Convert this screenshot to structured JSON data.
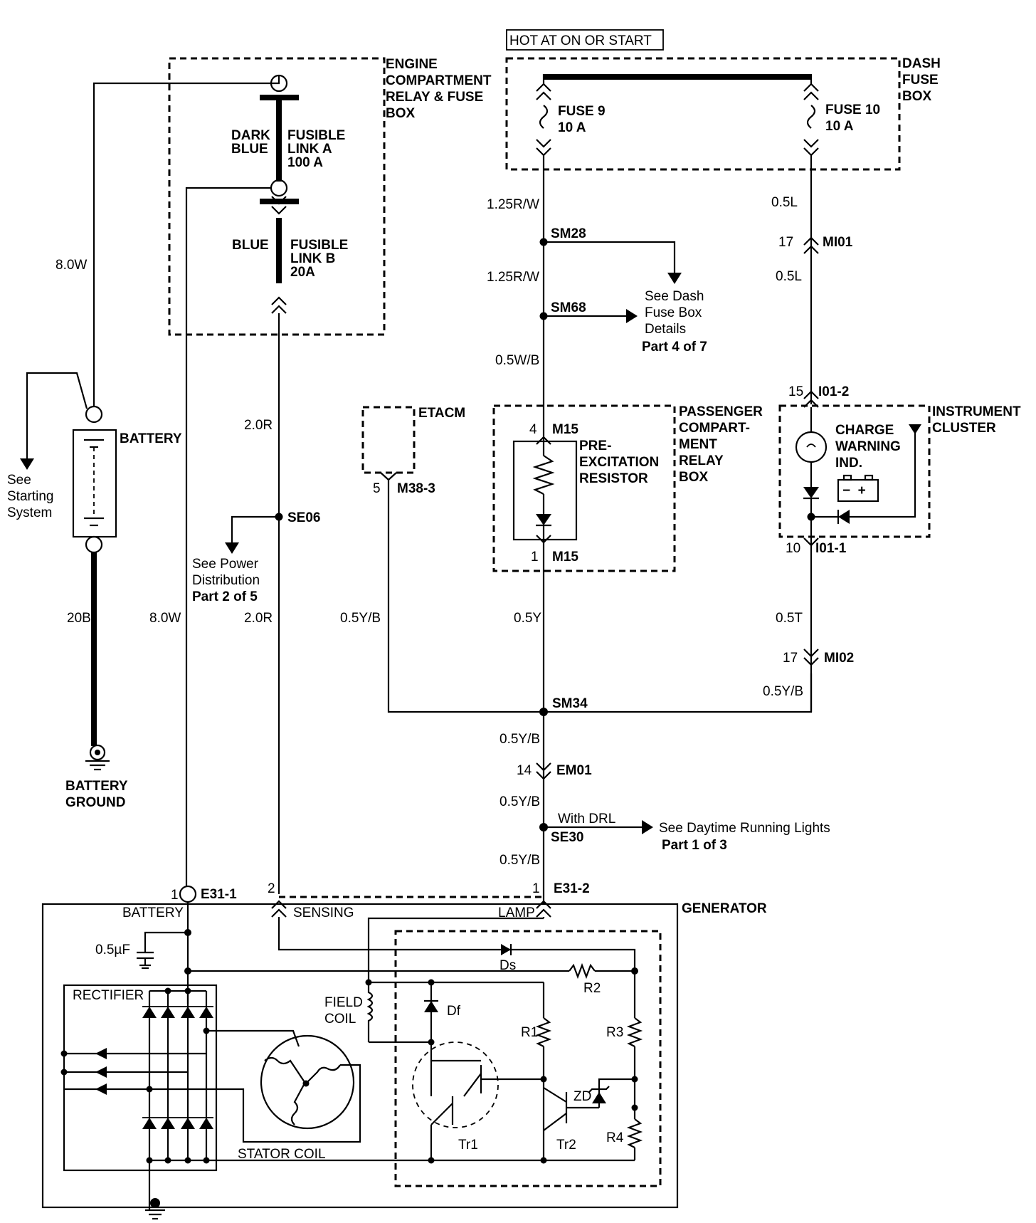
{
  "hot_label": "HOT AT ON OR START",
  "boxes": {
    "engine_box": [
      "ENGINE",
      "COMPARTMENT",
      "RELAY & FUSE",
      "BOX"
    ],
    "dash_fuse_box": [
      "DASH",
      "FUSE",
      "BOX"
    ],
    "etacm": "ETACM",
    "passenger_box": [
      "PASSENGER",
      "COMPART-",
      "MENT",
      "RELAY",
      "BOX"
    ],
    "instrument_cluster": [
      "INSTRUMENT",
      "CLUSTER"
    ],
    "generator": "GENERATOR"
  },
  "fusible_links": {
    "a": {
      "color": [
        "DARK",
        "BLUE"
      ],
      "name": [
        "FUSIBLE",
        "LINK A",
        "100 A"
      ]
    },
    "b": {
      "color": "BLUE",
      "name": [
        "FUSIBLE",
        "LINK B",
        "20A"
      ]
    }
  },
  "fuses": {
    "fuse9": [
      "FUSE 9",
      "10 A"
    ],
    "fuse10": [
      "FUSE 10",
      "10 A"
    ]
  },
  "battery": {
    "label": "BATTERY",
    "ground": [
      "BATTERY",
      "GROUND"
    ],
    "see": [
      "See",
      "Starting",
      "System"
    ]
  },
  "wires": {
    "w8_top": "8.0W",
    "w8_low": "8.0W",
    "w20b": "20B",
    "r20_top": "2.0R",
    "r20_low": "2.0R",
    "rw125_a": "1.25R/W",
    "rw125_b": "1.25R/W",
    "wb05": "0.5W/B",
    "l05_a": "0.5L",
    "l05_b": "0.5L",
    "y05": "0.5Y",
    "yb05_etacm": "0.5Y/B",
    "t05": "0.5T",
    "yb05_cluster": "0.5Y/B",
    "yb05_1": "0.5Y/B",
    "yb05_2": "0.5Y/B",
    "yb05_3": "0.5Y/B"
  },
  "splices": {
    "sm28": "SM28",
    "sm68": "SM68",
    "se06": "SE06",
    "sm34": "SM34",
    "se30": "SE30"
  },
  "connectors": {
    "mi01": {
      "pin": "17",
      "name": "MI01"
    },
    "i01_2": {
      "pin": "15",
      "name": "I01-2"
    },
    "m15_top": {
      "pin": "4",
      "name": "M15"
    },
    "m15_bot": {
      "pin": "1",
      "name": "M15"
    },
    "m38_3": {
      "pin": "5",
      "name": "M38-3"
    },
    "i01_1": {
      "pin": "10",
      "name": "I01-1"
    },
    "mi02": {
      "pin": "17",
      "name": "MI02"
    },
    "em01": {
      "pin": "14",
      "name": "EM01"
    },
    "e31_1": {
      "pin": "1",
      "name": "E31-1"
    },
    "e31_pin2": "2",
    "e31_2": {
      "pin": "1",
      "name": "E31-2"
    }
  },
  "refs": {
    "dash_fuse": [
      "See Dash",
      "Fuse Box",
      "Details",
      "Part 4 of 7"
    ],
    "power_dist": [
      "See Power",
      "Distribution",
      "Part 2 of 5"
    ],
    "drl": [
      "See Daytime Running Lights",
      "Part 1 of 3"
    ],
    "with_drl": "With DRL"
  },
  "components": {
    "pre_excitation": [
      "PRE-",
      "EXCITATION",
      "RESISTOR"
    ],
    "charge_warning": [
      "CHARGE",
      "WARNING",
      "IND."
    ],
    "battery_pin": "BATTERY",
    "sensing_pin": "SENSING",
    "lamp_pin": "LAMP",
    "capacitor": "0.5µF",
    "rectifier": "RECTIFIER",
    "field_coil": [
      "FIELD",
      "COIL"
    ],
    "stator_coil": "STATOR COIL",
    "ds": "Ds",
    "df": "Df",
    "r1": "R1",
    "r2": "R2",
    "r3": "R3",
    "r4": "R4",
    "zd": "ZD",
    "tr1": "Tr1",
    "tr2": "Tr2"
  }
}
